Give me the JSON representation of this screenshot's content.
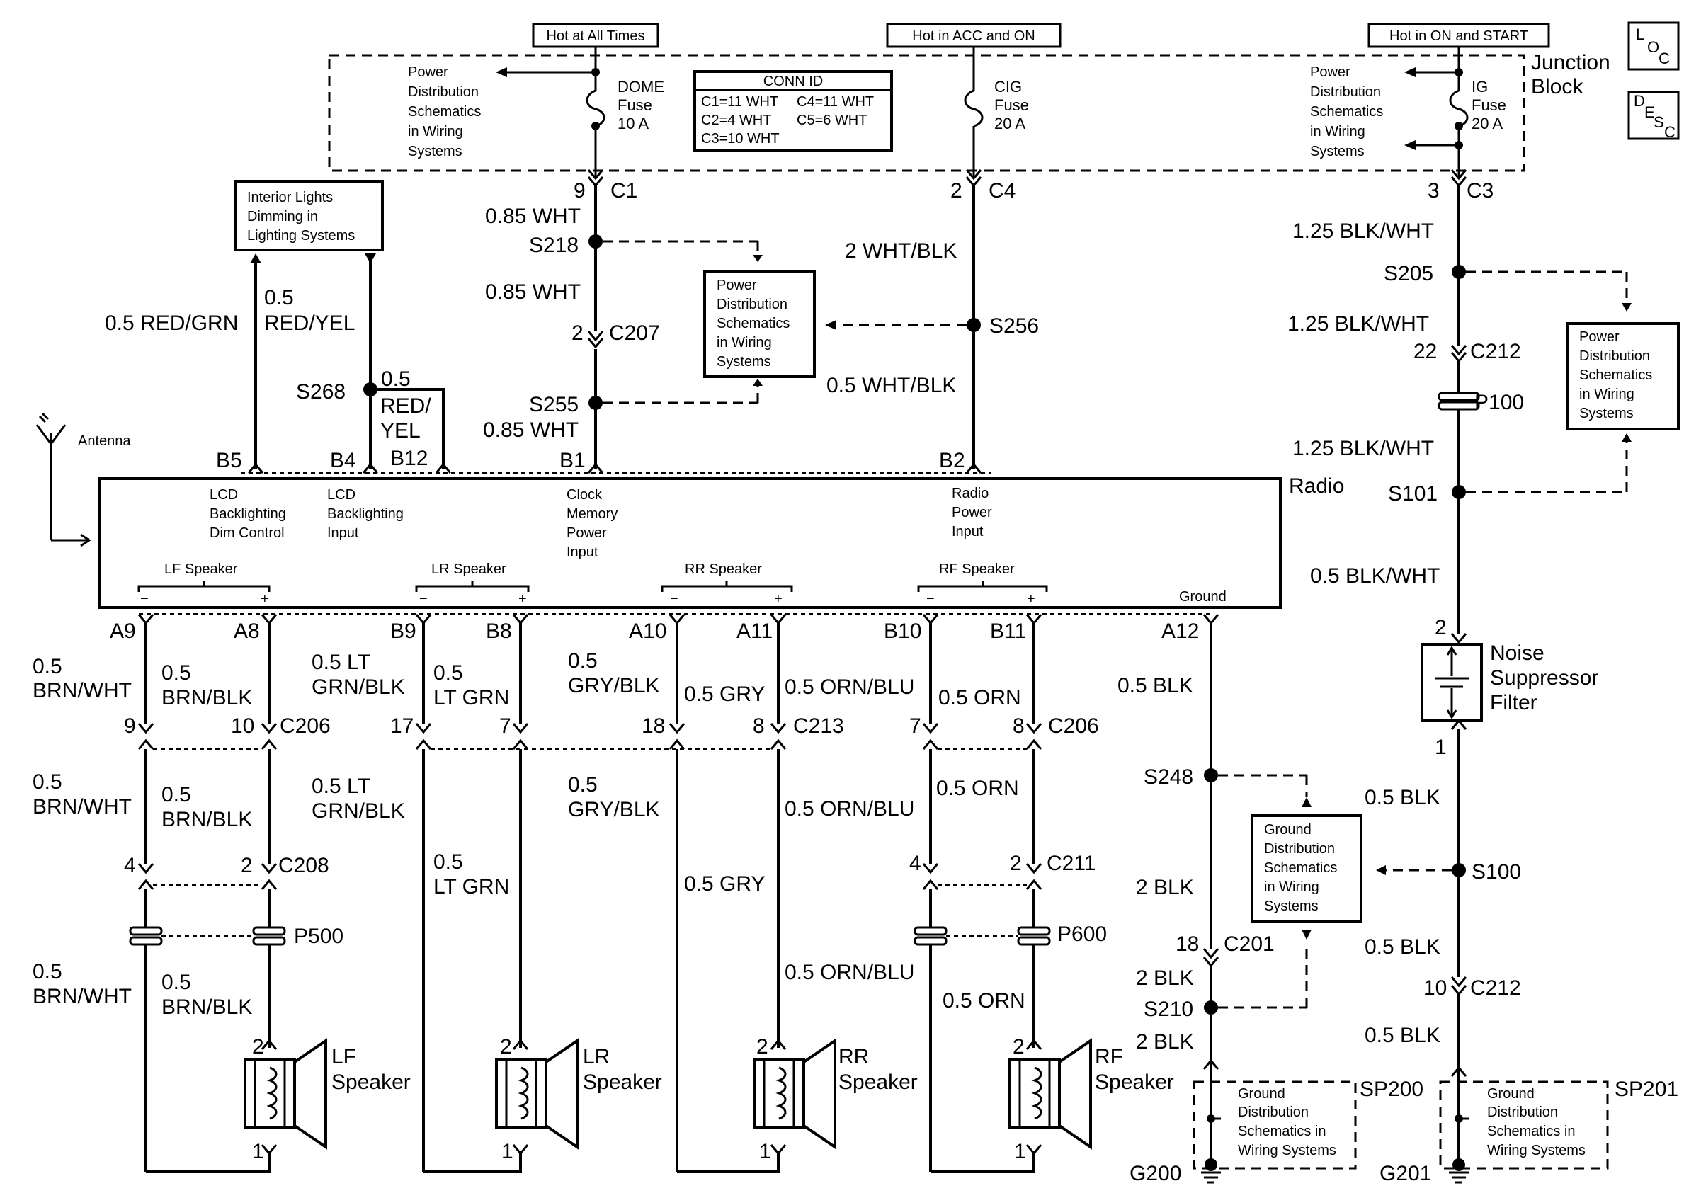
{
  "top_labels": {
    "hot_all": "Hot at All Times",
    "hot_acc": "Hot in ACC and ON",
    "hot_on": "Hot in ON and START"
  },
  "junction_block": {
    "line1": "Junction",
    "line2": "Block"
  },
  "loc_icon": {
    "l": "L",
    "o": "O",
    "c": "C"
  },
  "desc_icon": {
    "d": "D",
    "e": "E",
    "s": "S",
    "c": "C"
  },
  "pds_lines": [
    "Power",
    "Distribution",
    "Schematics",
    "in Wiring",
    "Systems"
  ],
  "gds_lines": [
    "Ground",
    "Distribution",
    "Schematics",
    "in Wiring",
    "Systems"
  ],
  "gds_small_lines": [
    "Ground",
    "Distribution",
    "Schematics in",
    "Wiring Systems"
  ],
  "interior_lights": [
    "Interior Lights",
    "Dimming in",
    "Lighting Systems"
  ],
  "fuses": {
    "dome": [
      "DOME",
      "Fuse",
      "10 A"
    ],
    "cig": [
      "CIG",
      "Fuse",
      "20 A"
    ],
    "ig": [
      "IG",
      "Fuse",
      "20 A"
    ]
  },
  "conn_id": {
    "title": "CONN ID",
    "r1a": "C1=11 WHT",
    "r1b": "C4=11 WHT",
    "r2a": "C2=4 WHT",
    "r2b": "C5=6 WHT",
    "r3": "C3=10 WHT"
  },
  "connectors": {
    "c1_pin": "9",
    "c1": "C1",
    "c4_pin": "2",
    "c4": "C4",
    "c3_pin": "3",
    "c3": "C3",
    "c207_pin": "2",
    "c207": "C207",
    "c212_top_pin": "22",
    "c212_top": "C212",
    "p100": "P100",
    "noise_pin2": "2",
    "noise_pin1": "1",
    "c206_a9": "9",
    "c206_a8": "10",
    "c206_left": "C206",
    "c213_b9": "17",
    "c213_b8": "7",
    "c213_a10": "18",
    "c213_a11": "8",
    "c213": "C213",
    "c206_b10": "7",
    "c206_b11": "8",
    "c206_right": "C206",
    "c208_a9": "4",
    "c208_a8": "2",
    "c208": "C208",
    "c211_b10": "4",
    "c211_b11": "2",
    "c211": "C211",
    "p500": "P500",
    "p600": "P600",
    "c201_pin": "18",
    "c201": "C201",
    "c212_bot_pin": "10",
    "c212_bot": "C212"
  },
  "splices": {
    "s218": "S218",
    "s255": "S255",
    "s256": "S256",
    "s205": "S205",
    "s101": "S101",
    "s268": "S268",
    "s248": "S248",
    "s100": "S100",
    "s210": "S210",
    "sp200": "SP200",
    "sp201": "SP201",
    "g200": "G200",
    "g201": "G201"
  },
  "wires": {
    "w085wht_1": "0.85 WHT",
    "w085wht_2": "0.85 WHT",
    "w085wht_3": "0.85 WHT",
    "w2whtblk": "2 WHT/BLK",
    "w05whtblk": "0.5 WHT/BLK",
    "w125blkwht_1": "1.25 BLK/WHT",
    "w125blkwht_2": "1.25 BLK/WHT",
    "w125blkwht_3": "1.25 BLK/WHT",
    "w05blkwht": "0.5 BLK/WHT",
    "w05redgrn": "0.5 RED/GRN",
    "w05redyel_a": "0.5",
    "w05redyel_b": "RED/YEL",
    "w05redyel_c": "0.5",
    "w05redyel_d": "RED/",
    "w05redyel_e": "YEL",
    "brnwht_a": "0.5",
    "brnwht_b": "BRN/WHT",
    "brnblk_a": "0.5",
    "brnblk_b": "BRN/BLK",
    "ltgrnblk_a": "0.5 LT",
    "ltgrnblk_b": "GRN/BLK",
    "ltgrn_a": "0.5",
    "ltgrn_b": "LT GRN",
    "gryblk_a": "0.5",
    "gryblk_b": "GRY/BLK",
    "gry": "0.5 GRY",
    "ornblu": "0.5 ORN/BLU",
    "orn": "0.5 ORN",
    "blk05": "0.5 BLK",
    "blk2": "2 BLK"
  },
  "radio": {
    "name": "Radio",
    "antenna": "Antenna",
    "pins": {
      "b5": "B5",
      "b4": "B4",
      "b12": "B12",
      "b1": "B1",
      "b2": "B2",
      "a9": "A9",
      "a8": "A8",
      "b9": "B9",
      "b8": "B8",
      "a10": "A10",
      "a11": "A11",
      "b10": "B10",
      "b11": "B11",
      "a12": "A12"
    },
    "lcd_dim": [
      "LCD",
      "Backlighting",
      "Dim Control"
    ],
    "lcd_input": [
      "LCD",
      "Backlighting",
      "Input"
    ],
    "clock": [
      "Clock",
      "Memory",
      "Power",
      "Input"
    ],
    "radio_power": [
      "Radio",
      "Power",
      "Input"
    ],
    "lf": "LF Speaker",
    "lr": "LR Speaker",
    "rr": "RR Speaker",
    "rf": "RF Speaker",
    "minus": "−",
    "plus": "+",
    "ground": "Ground"
  },
  "noise_filter": [
    "Noise",
    "Suppressor",
    "Filter"
  ],
  "speakers": {
    "lf": [
      "LF",
      "Speaker"
    ],
    "lr": [
      "LR",
      "Speaker"
    ],
    "rr": [
      "RR",
      "Speaker"
    ],
    "rf": [
      "RF",
      "Speaker"
    ],
    "pin2": "2",
    "pin1": "1"
  }
}
